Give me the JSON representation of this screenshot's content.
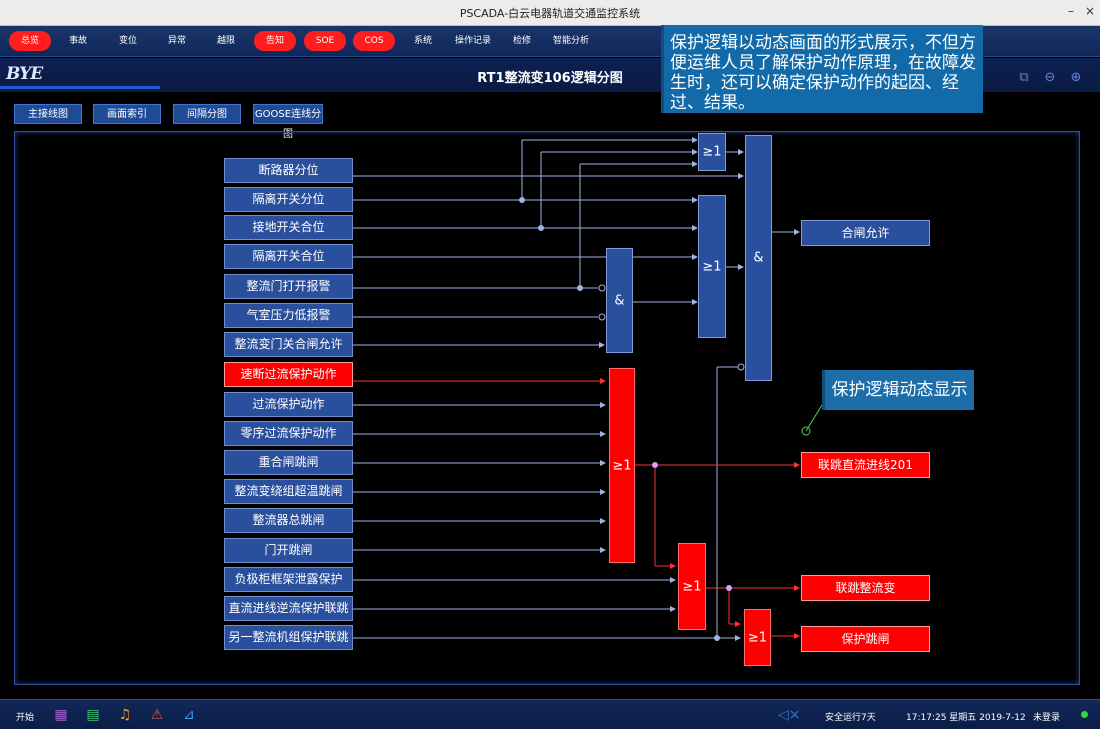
{
  "window": {
    "title": "PSCADA-白云电器轨道交通监控系统",
    "minimize": "–",
    "close": "×"
  },
  "menu": {
    "items": [
      {
        "label": "总览",
        "red": true
      },
      {
        "label": "事故",
        "red": false
      },
      {
        "label": "变位",
        "red": false
      },
      {
        "label": "异常",
        "red": false
      },
      {
        "label": "越限",
        "red": false
      },
      {
        "label": "告知",
        "red": true
      },
      {
        "label": "SOE",
        "red": true
      },
      {
        "label": "COS",
        "red": true
      },
      {
        "label": "系统",
        "red": false
      },
      {
        "label": "操作记录",
        "red": false
      },
      {
        "label": "检修",
        "red": false
      },
      {
        "label": "智能分析",
        "red": false
      }
    ]
  },
  "header": {
    "logo": "BYE",
    "title": "RT1整流变106逻辑分图"
  },
  "nav": {
    "btn1": "主接线图",
    "btn2": "画面索引",
    "btn3": "间隔分图",
    "btn4": "GOOSE连线分图"
  },
  "diagram": {
    "inputs": [
      "断路器分位",
      "隔离开关分位",
      "接地开关合位",
      "隔离开关合位",
      "整流门打开报警",
      "气室压力低报警",
      "整流变门关合闸允许",
      "速断过流保护动作",
      "过流保护动作",
      "零序过流保护动作",
      "重合闸跳闸",
      "整流变绕组超温跳闸",
      "整流器总跳闸",
      "门开跳闸",
      "负极柜框架泄露保护",
      "直流进线逆流保护联跳",
      "另一整流机组保护联跳"
    ],
    "gates": {
      "or_label": "≥1",
      "and_label": "&"
    },
    "outputs": {
      "close_permit": "合闸允许",
      "trip_dc_201": "联跳直流进线201",
      "trip_rectifier": "联跳整流变",
      "protect_trip": "保护跳闸"
    }
  },
  "annotations": {
    "note1": "保护逻辑以动态画面的形式展示，不但方便运维人员了解保护动作原理，在故障发生时，还可以确定保护动作的起因、经过、结果。",
    "note2": "保护逻辑动态显示"
  },
  "taskbar": {
    "start": "开始",
    "safe_run": "安全运行7天",
    "datetime": "17:17:25  星期五  2019-7-12",
    "login": "未登录"
  },
  "colors": {
    "accent_blue": "#2a4f9c",
    "active_red": "#ff0000",
    "line_blue": "#9fb4e6",
    "line_red": "#ff3030"
  }
}
